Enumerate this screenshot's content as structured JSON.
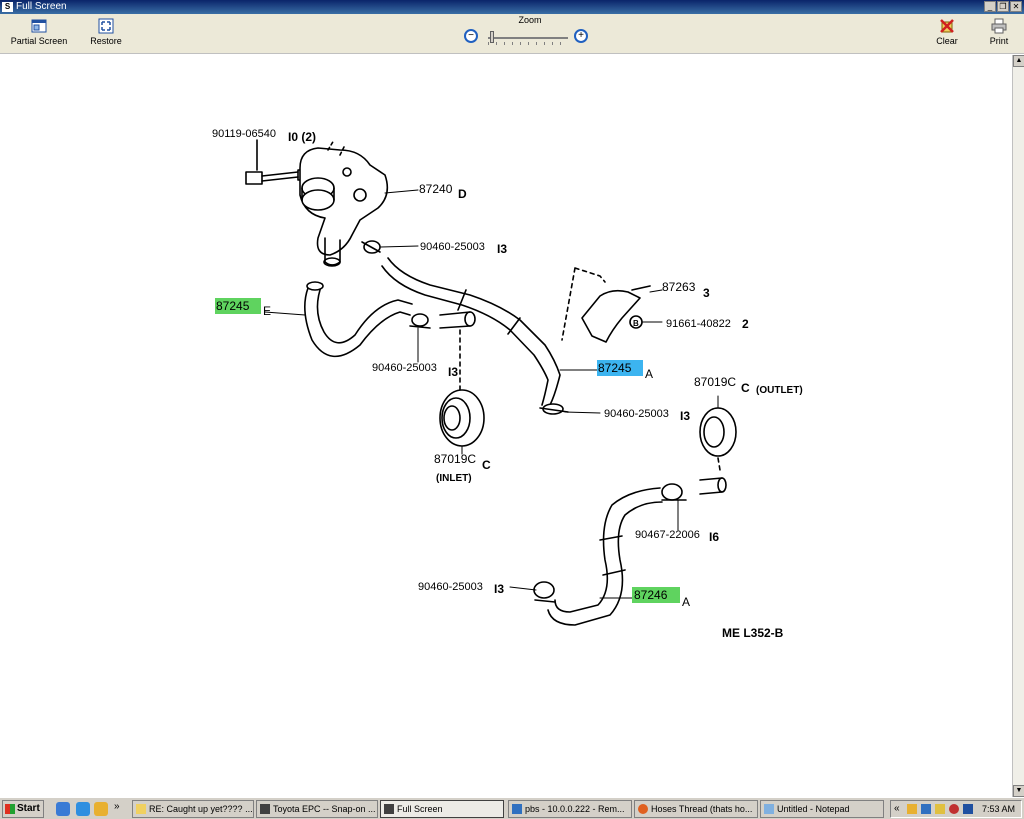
{
  "window": {
    "title": "Full Screen"
  },
  "toolbar": {
    "partial_screen": "Partial Screen",
    "restore": "Restore",
    "zoom_label": "Zoom",
    "clear": "Clear",
    "print": "Print"
  },
  "diagram": {
    "labels": {
      "bolt_part": "90119-06540",
      "bolt_qty": "I0 (2)",
      "valve_part": "87240",
      "valve_suffix": "D",
      "clamp1_part": "90460-25003",
      "clamp1_qty": "I3",
      "bracket_part": "87263",
      "bracket_qty": "3",
      "plug_letter": "B",
      "plug_part": "91661-40822",
      "plug_qty": "2",
      "hose_e_part": "87245",
      "hose_e_letter": "E",
      "clamp2_part": "90460-25003",
      "clamp2_qty": "I3",
      "hose_a_part": "87245",
      "hose_a_letter": "A",
      "outlet_part": "87019C",
      "outlet_letter": "C",
      "outlet_text": "(OUTLET)",
      "clamp3_part": "90460-25003",
      "clamp3_qty": "I3",
      "inlet_part": "87019C",
      "inlet_letter": "C",
      "inlet_text": "(INLET)",
      "clamp4_part": "90467-22006",
      "clamp4_qty": "I6",
      "clamp5_part": "90460-25003",
      "clamp5_qty": "I3",
      "hose_b_part": "87246",
      "hose_b_letter": "A",
      "code": "ME L352-B"
    },
    "highlight_colors": {
      "green": "#5fd35f",
      "blue": "#3cb4f0"
    }
  },
  "taskbar": {
    "start": "Start",
    "tasks": [
      {
        "label": "RE: Caught up yet???? ..."
      },
      {
        "label": "Toyota EPC -- Snap-on ..."
      },
      {
        "label": "Full Screen"
      },
      {
        "label": "pbs - 10.0.0.222 - Rem..."
      },
      {
        "label": "Hoses Thread (thats ho..."
      },
      {
        "label": "Untitled - Notepad"
      }
    ],
    "clock": "7:53 AM"
  }
}
